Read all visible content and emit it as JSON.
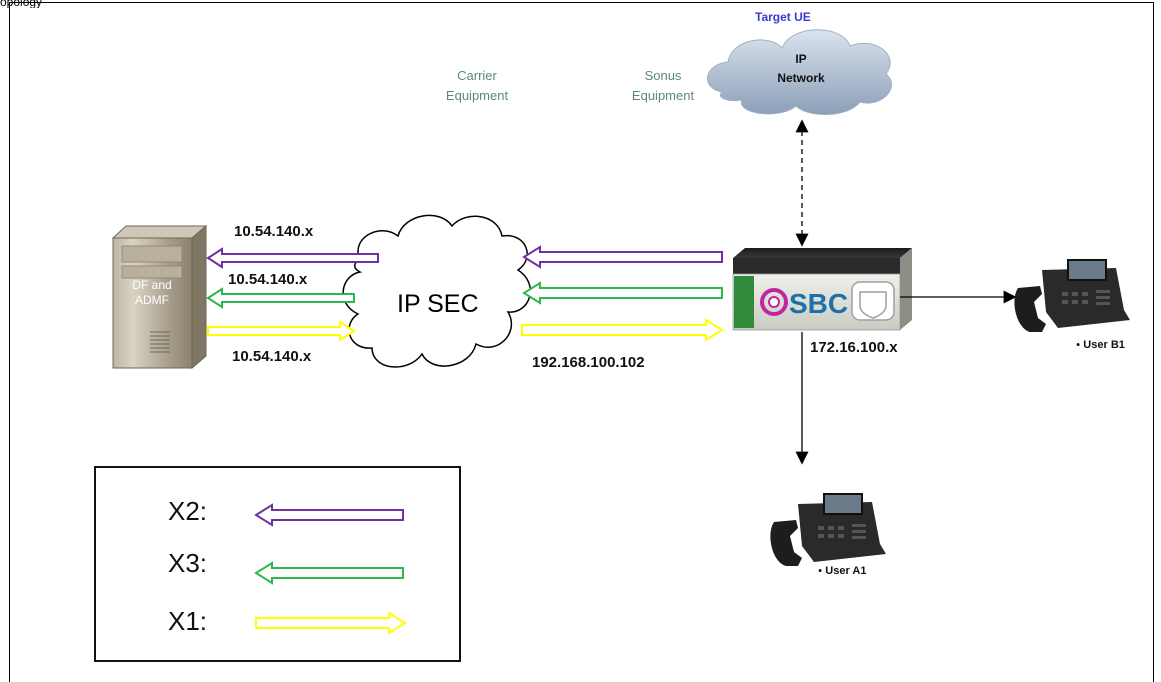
{
  "caption_fragment": "opology",
  "diagram": {
    "labels": {
      "target_ue": "Target UE",
      "ip_network": [
        "IP",
        "Network"
      ],
      "carrier_equipment": [
        "Carrier",
        "Equipment"
      ],
      "sonus_equipment": [
        "Sonus",
        "Equipment"
      ],
      "ip_sec": "IP SEC",
      "server": [
        "DF and",
        "ADMF"
      ],
      "sbc": "SBC",
      "ip_x2": "10.54.140.x",
      "ip_x3": "10.54.140.x",
      "ip_x1": "10.54.140.x",
      "sbc_ip": "192.168.100.102",
      "phone_net_ip": "172.16.100.x",
      "user_b1": "User B1",
      "user_a1": "User A1"
    },
    "arrow_colors": {
      "x2": "#7030a0",
      "x3": "#2db84f",
      "x1": "#ffff00"
    },
    "legend": [
      {
        "key": "X2:",
        "color": "#7030a0",
        "direction": "left"
      },
      {
        "key": "X3:",
        "color": "#2db84f",
        "direction": "left"
      },
      {
        "key": "X1:",
        "color": "#ffff00",
        "direction": "right"
      }
    ]
  }
}
